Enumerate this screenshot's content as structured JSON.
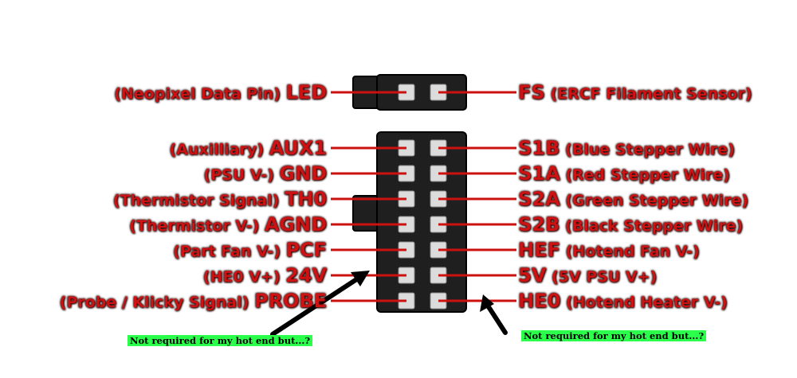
{
  "colors": {
    "label": "#cc1212",
    "wire": "#cc1111",
    "connector_body": "#1f1f1f",
    "pin": "#dcdcdc",
    "arrow": "#000000",
    "note_bg": "#2bff4c"
  },
  "top_connector": {
    "left": {
      "name": "LED",
      "desc": "(Neopixel Data Pin)"
    },
    "right": {
      "name": "FS",
      "desc": "(ERCF Filament Sensor)"
    }
  },
  "main_connector": {
    "left_pins": [
      {
        "name": "AUX1",
        "desc": "(Auxilliary)"
      },
      {
        "name": "GND",
        "desc": "(PSU V-)"
      },
      {
        "name": "TH0",
        "desc": "(Thermistor Signal)"
      },
      {
        "name": "AGND",
        "desc": "(Thermistor V-)"
      },
      {
        "name": "PCF",
        "desc": "(Part Fan V-)"
      },
      {
        "name": "24V",
        "desc": "(HE0 V+)"
      },
      {
        "name": "PROBE",
        "desc": "(Probe / Klicky Signal)"
      }
    ],
    "right_pins": [
      {
        "name": "S1B",
        "desc": "(Blue Stepper Wire)"
      },
      {
        "name": "S1A",
        "desc": "(Red Stepper Wire)"
      },
      {
        "name": "S2A",
        "desc": "(Green Stepper Wire)"
      },
      {
        "name": "S2B",
        "desc": "(Black Stepper Wire)"
      },
      {
        "name": "HEF",
        "desc": "(Hotend Fan V-)"
      },
      {
        "name": "5V",
        "desc": "(5V PSU V+)"
      },
      {
        "name": "HE0",
        "desc": "(Hotend Heater V-)"
      }
    ]
  },
  "annotations": {
    "left_note": "Not required for my hot end but...?",
    "right_note": "Not required for my hot end but...?"
  }
}
